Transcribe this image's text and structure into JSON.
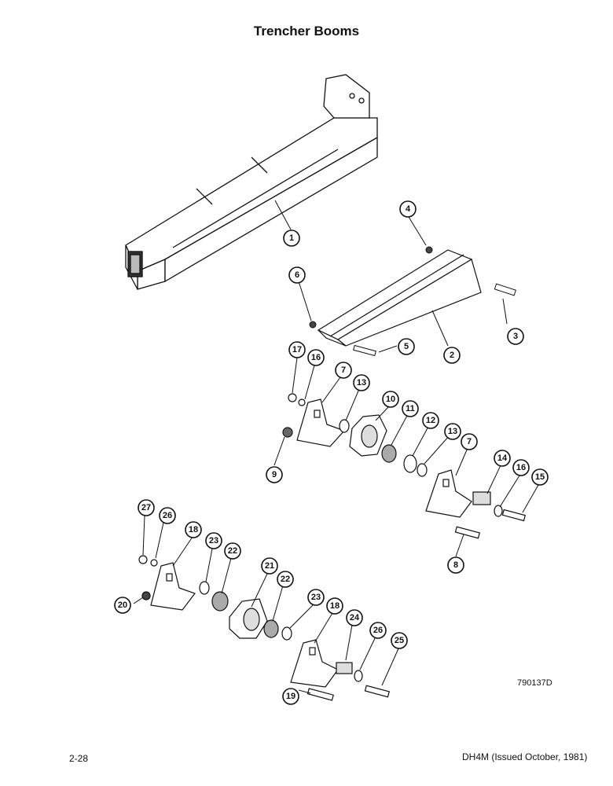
{
  "page": {
    "title": "Trencher Booms",
    "figure_number": "790137D",
    "page_number": "2-28",
    "document_reference": "DH4M (Issued October, 1981)"
  },
  "callouts": [
    "1",
    "2",
    "3",
    "4",
    "5",
    "6",
    "7",
    "8",
    "9",
    "10",
    "11",
    "12",
    "13",
    "14",
    "15",
    "16",
    "17",
    "18",
    "19",
    "20",
    "21",
    "22",
    "23",
    "24",
    "25",
    "26",
    "27"
  ]
}
